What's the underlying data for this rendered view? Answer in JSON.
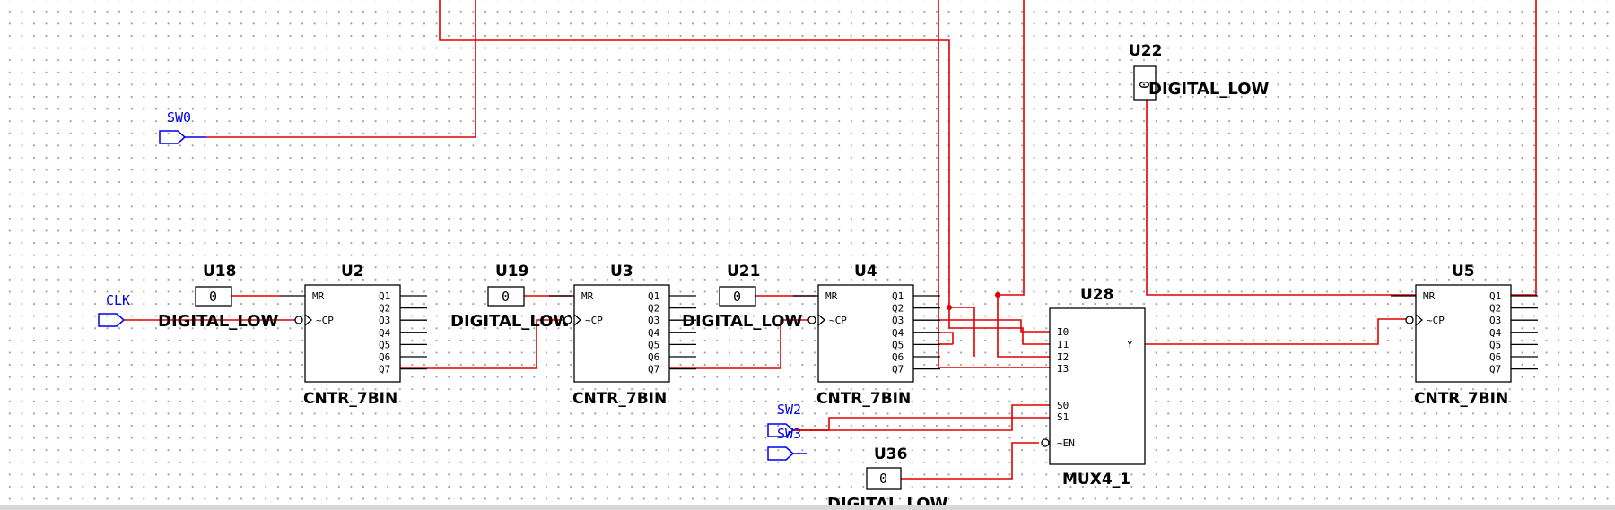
{
  "ports": {
    "sw0": "SW0",
    "clk": "CLK",
    "sw2": "SW2",
    "sw3": "SW3"
  },
  "constants": {
    "u18": {
      "ref": "U18",
      "value": "0",
      "label": "DIGITAL_LOW"
    },
    "u19": {
      "ref": "U19",
      "value": "0",
      "label": "DIGITAL_LOW"
    },
    "u21": {
      "ref": "U21",
      "value": "0",
      "label": "DIGITAL_LOW"
    },
    "u22": {
      "ref": "U22",
      "value": "0",
      "label": "DIGITAL_LOW"
    },
    "u36": {
      "ref": "U36",
      "value": "0",
      "label": "DIGITAL_LOW"
    }
  },
  "counters": {
    "u2": {
      "ref": "U2",
      "type": "CNTR_7BIN"
    },
    "u3": {
      "ref": "U3",
      "type": "CNTR_7BIN"
    },
    "u4": {
      "ref": "U4",
      "type": "CNTR_7BIN"
    },
    "u5": {
      "ref": "U5",
      "type": "CNTR_7BIN"
    }
  },
  "counter_pins": {
    "mr": "MR",
    "cp": "~CP",
    "outputs": [
      "Q1",
      "Q2",
      "Q3",
      "Q4",
      "Q5",
      "Q6",
      "Q7"
    ]
  },
  "mux": {
    "ref": "U28",
    "type": "MUX4_1",
    "inputs": [
      "I0",
      "I1",
      "I2",
      "I3"
    ],
    "selects": [
      "S0",
      "S1"
    ],
    "enable": "~EN",
    "output": "Y"
  },
  "colors": {
    "wire": "#e00000",
    "port": "#0000ee",
    "component": "#000000"
  }
}
